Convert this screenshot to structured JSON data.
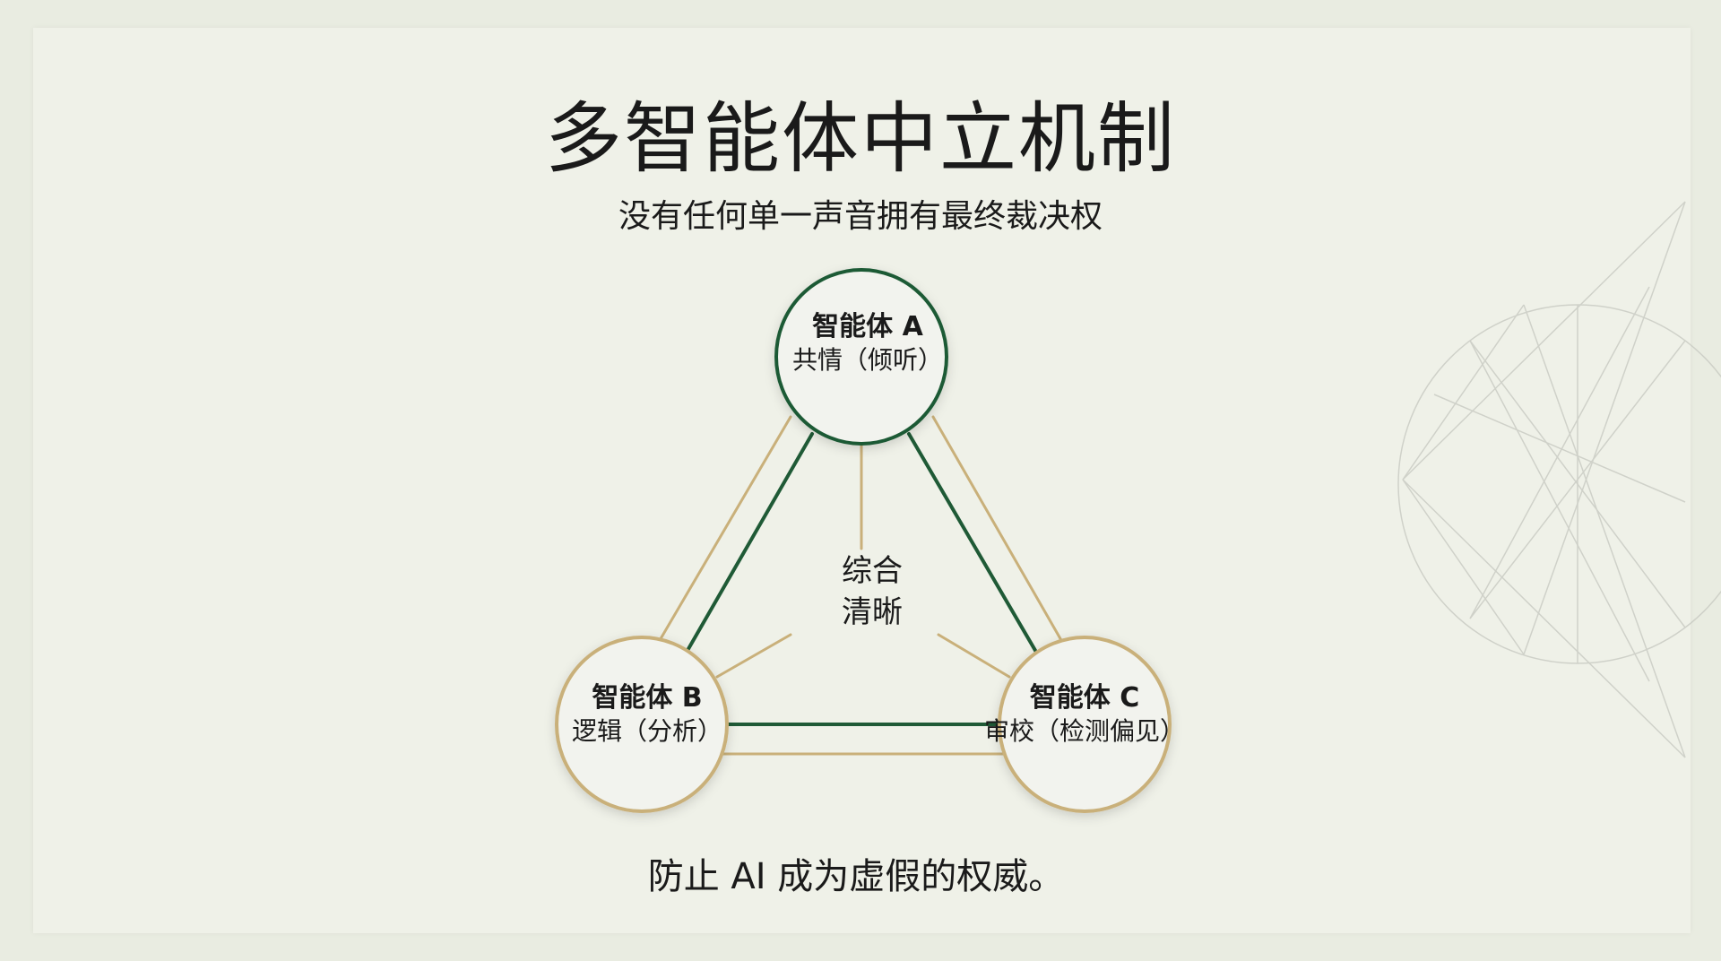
{
  "title": "多智能体中立机制",
  "subtitle": "没有任何单一声音拥有最终裁决权",
  "agents": [
    {
      "name": "智能体 A",
      "role": "共情（倾听）"
    },
    {
      "name": "智能体 B",
      "role": "逻辑（分析）"
    },
    {
      "name": "智能体 C",
      "role": "审校（检测偏见）"
    }
  ],
  "center": {
    "line1": "综合",
    "line2": "清晰"
  },
  "footer": "防止 AI 成为虚假的权威。",
  "colors": {
    "green": "#1f5a36",
    "gold": "#c9b07a",
    "background": "#eff1e8"
  }
}
